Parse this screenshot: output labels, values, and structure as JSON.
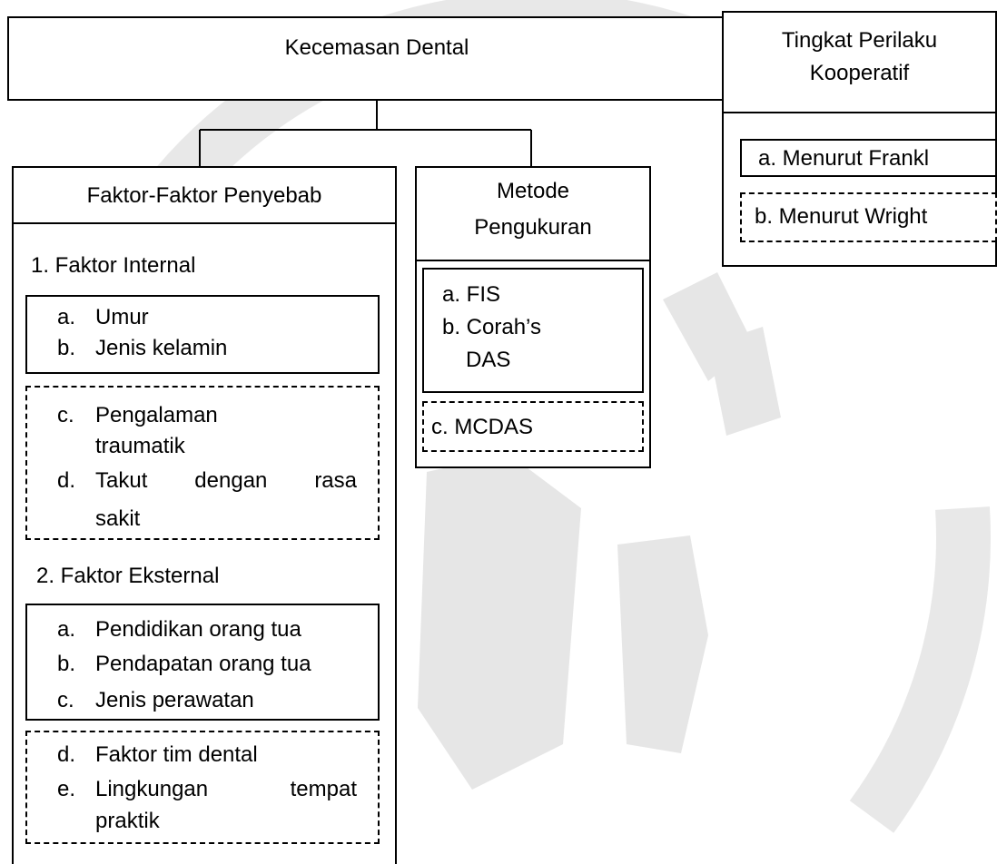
{
  "top_box": {
    "title": "Kecemasan Dental"
  },
  "right_box": {
    "title_line1": "Tingkat Perilaku",
    "title_line2": "Kooperatif",
    "item_a": "a.  Menurut Frankl",
    "item_b": "b.  Menurut Wright"
  },
  "left_col": {
    "title": "Faktor-Faktor Penyebab",
    "internal_heading": "1.  Faktor Internal",
    "internal_solid": [
      {
        "label": "a.",
        "text": "Umur"
      },
      {
        "label": "b.",
        "text": "Jenis kelamin"
      }
    ],
    "internal_dashed": {
      "c_label": "c.",
      "c_line1": "Pengalaman",
      "c_line2": "traumatik",
      "d_label": "d.",
      "d_words": [
        "Takut",
        "dengan",
        "rasa"
      ],
      "d_line2": "sakit"
    },
    "external_heading": "2. Faktor Eksternal",
    "external_solid": [
      {
        "label": "a.",
        "text": "Pendidikan orang tua"
      },
      {
        "label": "b.",
        "text": "Pendapatan orang tua"
      },
      {
        "label": "c.",
        "text": "Jenis perawatan"
      }
    ],
    "external_dashed": {
      "d_label": "d.",
      "d_text": "Faktor tim dental",
      "e_label": "e.",
      "e_words": [
        "Lingkungan",
        "tempat"
      ],
      "e_line2": "praktik"
    }
  },
  "middle_col": {
    "title_line1": "Metode",
    "title_line2": "Pengukuran",
    "a": "a.  FIS",
    "b_line1": "b.  Corah’s",
    "b_line2": "DAS",
    "c": "c. MCDAS"
  },
  "colors": {
    "line": "#000000",
    "watermark": "#c8c8c8"
  }
}
